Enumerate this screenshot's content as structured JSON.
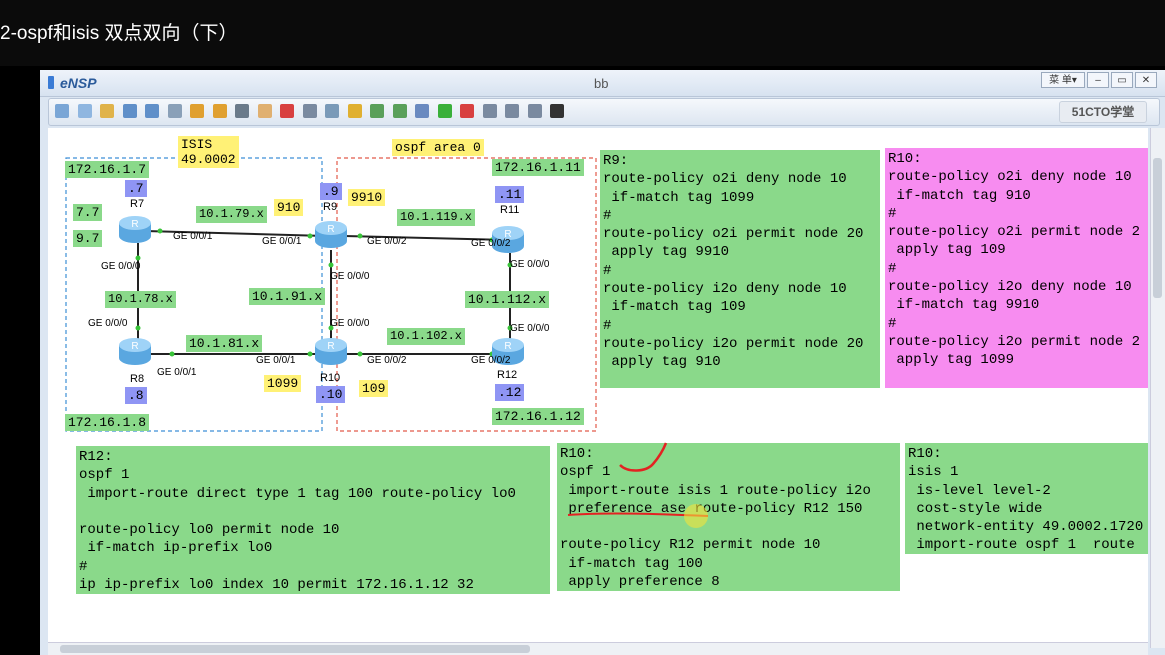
{
  "video_title": "2-ospf和isis 双点双向（下）",
  "window": {
    "app_name": "eNSP",
    "title": "bb",
    "menu_label": "菜 单▾",
    "min_label": "–",
    "restore_label": "▭",
    "close_label": "✕",
    "brand": "51CTO学堂"
  },
  "toolbar_icons": [
    "new-topology-icon",
    "new-icon",
    "open-icon",
    "save-icon",
    "save-as-icon",
    "print-icon",
    "undo-icon",
    "redo-icon",
    "select-icon",
    "hand-icon",
    "delete-icon",
    "delete-all-icon",
    "text-icon",
    "palette-icon",
    "zoom-in-icon",
    "zoom-out-icon",
    "fit-icon",
    "start-icon",
    "stop-icon",
    "capture-icon",
    "topology-icon",
    "settings-icon",
    "terminal-icon"
  ],
  "topology": {
    "area_isis": "ISIS\n49.0002",
    "area_isis_line1": "ISIS",
    "area_isis_line2": "49.0002",
    "area_ospf": "ospf area 0",
    "routers": {
      "r7": {
        "name": "R7",
        "id": ".7",
        "lo": "172.16.1.7"
      },
      "r8": {
        "name": "R8",
        "id": ".8",
        "lo": "172.16.1.8"
      },
      "r9": {
        "name": "R9",
        "id": ".9"
      },
      "r10": {
        "name": "R10",
        "id": ".10"
      },
      "r11": {
        "name": "R11",
        "id": ".11",
        "lo": "172.16.1.11"
      },
      "r12": {
        "name": "R12",
        "id": ".12",
        "lo": "172.16.1.12"
      }
    },
    "labels": {
      "r7_a": "7.7",
      "r7_b": "9.7",
      "net_79": "10.1.79.x",
      "net_78": "10.1.78.x",
      "net_91": "10.1.91.x",
      "net_81": "10.1.81.x",
      "net_119": "10.1.119.x",
      "net_112": "10.1.112.x",
      "net_102": "10.1.102.x",
      "tag_910": "910",
      "tag_9910": "9910",
      "tag_1099": "1099",
      "tag_109": "109"
    },
    "ports": {
      "p1": "GE 0/0/1",
      "p2": "GE 0/0/1",
      "p3": "GE 0/0/2",
      "p4": "GE 0/0/2",
      "p5": "GE 0/0/0",
      "p6": "GE 0/0/0",
      "p7": "GE 0/0/0",
      "p8": "GE 0/0/0",
      "p9": "GE 0/0/0",
      "p10": "GE 0/0/0",
      "p11": "GE 0/0/1",
      "p12": "GE 0/0/1",
      "p13": "GE 0/0/2",
      "p14": "GE 0/0/2"
    }
  },
  "notes": {
    "r9": [
      "R9:",
      "route-policy o2i deny node 10",
      " if-match tag 1099",
      "#",
      "route-policy o2i permit node 20",
      " apply tag 9910",
      "#",
      "route-policy i2o deny node 10",
      " if-match tag 109",
      "#",
      "route-policy i2o permit node 20",
      " apply tag 910"
    ],
    "r10_top": [
      "R10:",
      "route-policy o2i deny node 10",
      " if-match tag 910",
      "#",
      "route-policy o2i permit node 2",
      " apply tag 109",
      "#",
      "route-policy i2o deny node 10",
      " if-match tag 9910",
      "#",
      "route-policy i2o permit node 2",
      " apply tag 1099"
    ],
    "r12": [
      "R12:",
      "ospf 1",
      " import-route direct type 1 tag 100 route-policy lo0",
      "",
      "route-policy lo0 permit node 10",
      " if-match ip-prefix lo0",
      "#",
      "ip ip-prefix lo0 index 10 permit 172.16.1.12 32"
    ],
    "r10_ospf": [
      "R10:",
      "ospf 1",
      " import-route isis 1 route-policy i2o",
      " preference ase route-policy R12 150",
      "",
      "route-policy R12 permit node 10",
      " if-match tag 100",
      " apply preference 8"
    ],
    "r10_isis": [
      "R10:",
      "isis 1",
      " is-level level-2",
      " cost-style wide",
      " network-entity 49.0002.1720",
      " import-route ospf 1  route"
    ]
  }
}
